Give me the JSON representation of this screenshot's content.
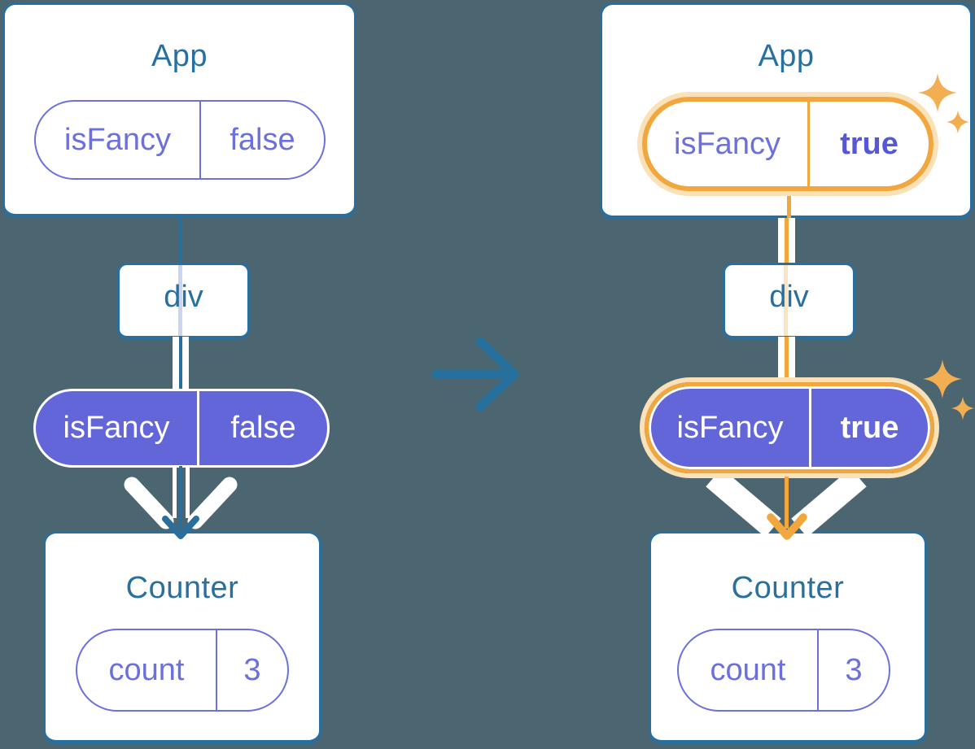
{
  "colors": {
    "background": "#4C6671",
    "card-border": "#2A6E9D",
    "title-text": "#27709F",
    "purple": "#6B70DB",
    "purple-bold": "#5458D6",
    "purple-fill": "#6366D9",
    "orange": "#F2A63E",
    "orange-light": "#FAE1B8",
    "sparkle": "#F2AE53",
    "lavender-line": "#CBD5EF",
    "pale-orange-line": "#FAE4C2",
    "arrow-blue": "#26709E"
  },
  "before": {
    "app_card": {
      "title": "App",
      "prop": {
        "name": "isFancy",
        "value": "false"
      }
    },
    "div_node": {
      "label": "div"
    },
    "passed_prop": {
      "name": "isFancy",
      "value": "false"
    },
    "counter_card": {
      "title": "Counter",
      "state": {
        "name": "count",
        "value": "3"
      }
    }
  },
  "after": {
    "app_card": {
      "title": "App",
      "prop": {
        "name": "isFancy",
        "value": "true"
      }
    },
    "div_node": {
      "label": "div"
    },
    "passed_prop": {
      "name": "isFancy",
      "value": "true"
    },
    "counter_card": {
      "title": "Counter",
      "state": {
        "name": "count",
        "value": "3"
      }
    }
  },
  "icons": {
    "transition": "arrow-right-icon",
    "highlight": "sparkles-icon",
    "flow": "arrow-down-icon"
  }
}
